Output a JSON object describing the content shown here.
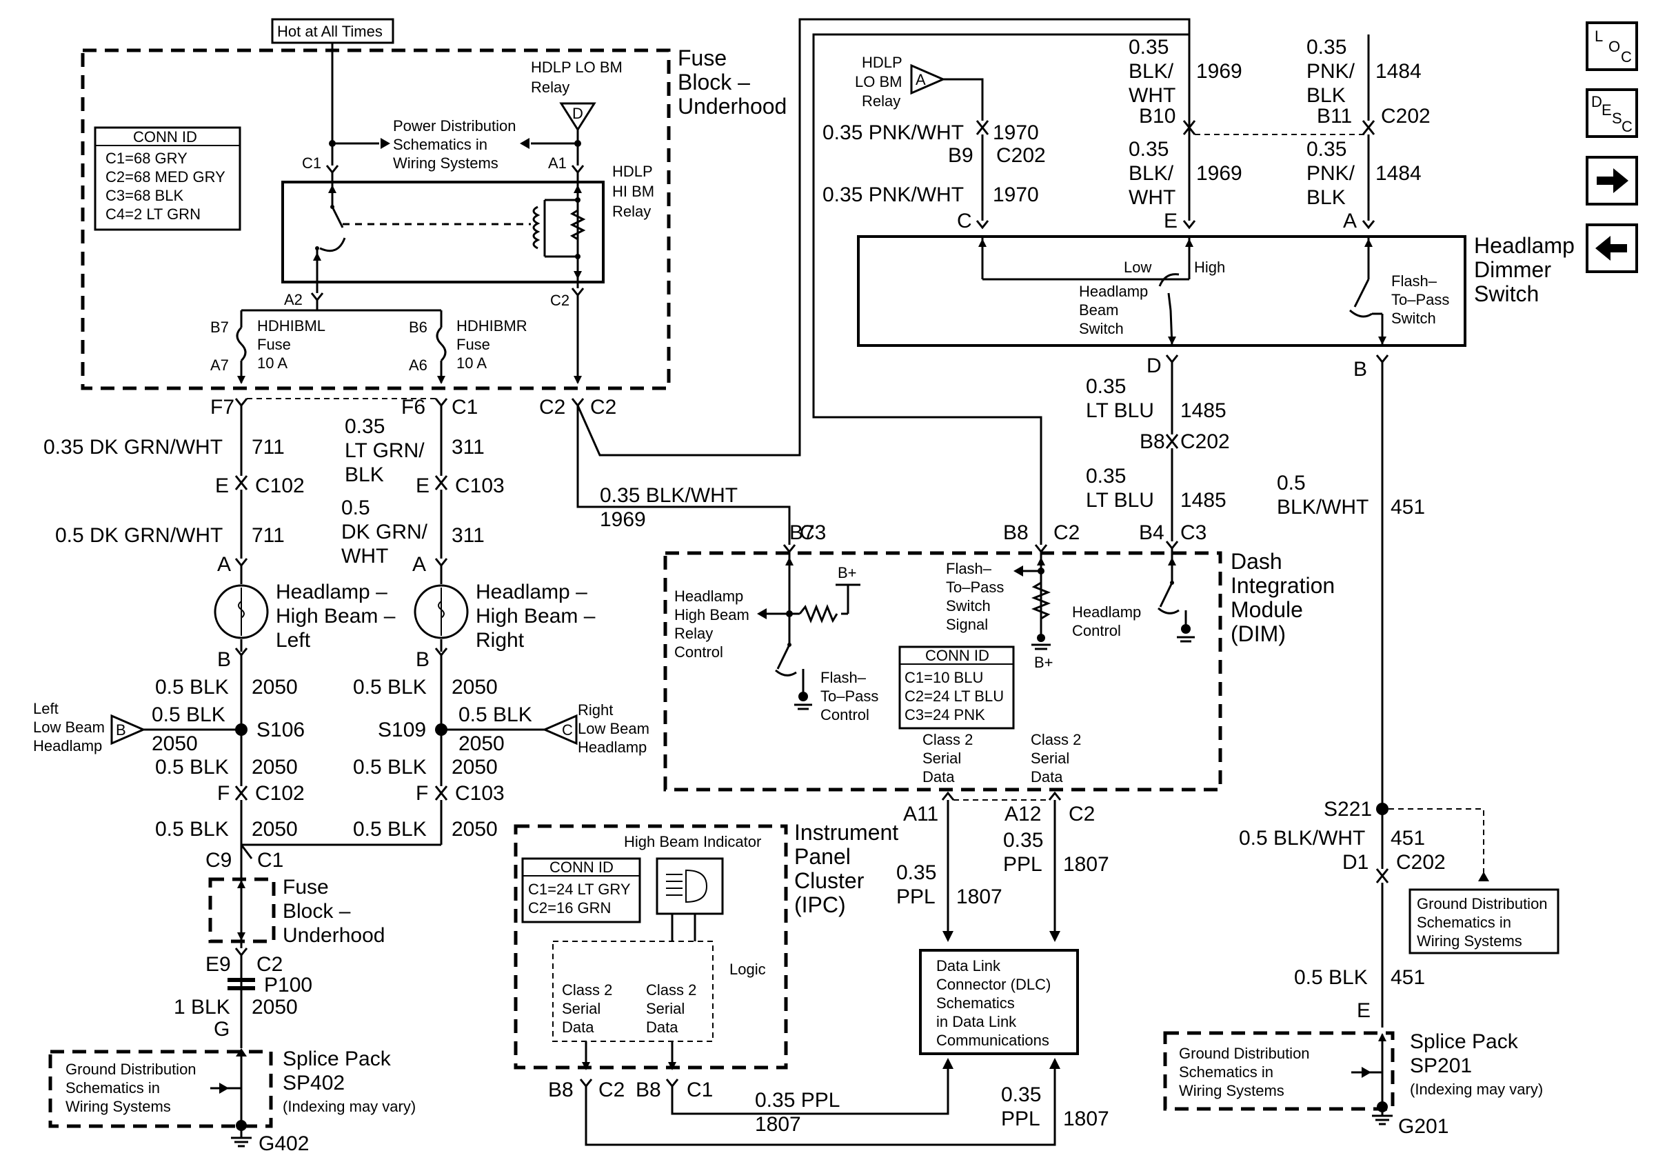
{
  "top": {
    "hot_label": "Hot at All Times"
  },
  "fuse_block": {
    "title_1": "Fuse",
    "title_2": "Block –",
    "title_3": "Underhood",
    "conn_id": {
      "title": "CONN ID",
      "rows": [
        "C1=68 GRY",
        "C2=68 MED GRY",
        "C3=68 BLK",
        "C4=2 LT GRN"
      ]
    },
    "power_dist": [
      "Power Distribution",
      "Schematics in",
      "Wiring Systems"
    ],
    "lo_relay": [
      "HDLP LO BM",
      "Relay"
    ],
    "lo_relay_pin": "D",
    "hi_relay": [
      "HDLP",
      "HI BM",
      "Relay"
    ],
    "pins": {
      "c1": "C1",
      "a1": "A1",
      "a2": "A2",
      "c2": "C2",
      "b7": "B7",
      "b6": "B6",
      "a7": "A7",
      "a6": "A6"
    },
    "fuse_left": [
      "HDHIBML",
      "Fuse",
      "10 A"
    ],
    "fuse_right": [
      "HDHIBMR",
      "Fuse",
      "10 A"
    ]
  },
  "left_circuit": {
    "f7": "F7",
    "wire1": "0.35 DK GRN/WHT",
    "num1": "711",
    "e": "E",
    "c102a": "C102",
    "wire2": "0.5 DK GRN/WHT",
    "num2": "711",
    "a": "A",
    "lamp": [
      "Headlamp –",
      "High Beam –",
      "Left"
    ],
    "b": "B",
    "blk1": "0.5 BLK",
    "n2050a": "2050",
    "left_low": [
      "Left",
      "Low Beam",
      "Headlamp"
    ],
    "left_low_pin": "B",
    "blk2": "0.5 BLK",
    "n2050b": "2050",
    "s106": "S106",
    "blk3": "0.5 BLK",
    "n2050c": "2050",
    "f": "F",
    "c102b": "C102",
    "blk4": "0.5 BLK",
    "n2050d": "2050",
    "c9": "C9",
    "c1b": "C1",
    "fuse2": [
      "Fuse",
      "Block –",
      "Underhood"
    ],
    "e9": "E9",
    "c2b": "C2",
    "p100": "P100",
    "blk5": "1 BLK",
    "n2050e": "2050",
    "g": "G",
    "ground_box": [
      "Ground Distribution",
      "Schematics in",
      "Wiring Systems"
    ],
    "splice": [
      "Splice Pack",
      "SP402",
      "(Indexing may vary)"
    ],
    "g402": "G402"
  },
  "right_lamp_circuit": {
    "f6": "F6",
    "c1": "C1",
    "wire1": [
      "0.35",
      "LT GRN/",
      "BLK"
    ],
    "num1": "311",
    "e": "E",
    "c103a": "C103",
    "wire2": [
      "0.5",
      "DK GRN/",
      "WHT"
    ],
    "num2": "311",
    "a": "A",
    "lamp": [
      "Headlamp –",
      "High Beam –",
      "Right"
    ],
    "b": "B",
    "blk1": "0.5 BLK",
    "n2050a": "2050",
    "s109": "S109",
    "blk2": "0.5 BLK",
    "n2050b": "2050",
    "right_low": [
      "Right",
      "Low Beam",
      "Headlamp"
    ],
    "right_low_pin": "C",
    "blk3": "0.5 BLK",
    "n2050c": "2050",
    "f": "F",
    "c103b": "C103",
    "blk4": "0.5 BLK",
    "n2050d": "2050"
  },
  "c2_wire": {
    "c2a": "C2",
    "c2b": "C2",
    "wire": "0.35 BLK/WHT",
    "num": "1969"
  },
  "dimmer": {
    "lo_relay": [
      "HDLP",
      "LO BM",
      "Relay"
    ],
    "lo_pin": "A",
    "w1970a": "0.35 PNK/WHT",
    "n1970a": "1970",
    "b9": "B9",
    "c202a": "C202",
    "w1970b": "0.35 PNK/WHT",
    "n1970b": "1970",
    "c": "C",
    "w1969a": [
      "0.35",
      "BLK/",
      "WHT"
    ],
    "n1969a": "1969",
    "b10": "B10",
    "w1969b": [
      "0.35",
      "BLK/",
      "WHT"
    ],
    "n1969b": "1969",
    "e": "E",
    "w1484a": [
      "0.35",
      "PNK/",
      "BLK"
    ],
    "n1484a": "1484",
    "b11": "B11",
    "c202b": "C202",
    "w1484b": [
      "0.35",
      "PNK/",
      "BLK"
    ],
    "n1484b": "1484",
    "a": "A",
    "title": [
      "Headlamp",
      "Dimmer",
      "Switch"
    ],
    "low": "Low",
    "high": "High",
    "beam_switch": [
      "Headlamp",
      "Beam",
      "Switch"
    ],
    "flash": [
      "Flash–",
      "To–Pass",
      "Switch"
    ],
    "d": "D",
    "b": "B",
    "w1485a": [
      "0.35",
      "LT BLU"
    ],
    "n1485a": "1485",
    "b8": "B8",
    "c202c": "C202",
    "w1485b": [
      "0.35",
      "LT BLU"
    ],
    "n1485b": "1485",
    "b4": "B4",
    "c3": "C3",
    "w451": [
      "0.5",
      "BLK/WHT"
    ],
    "n451": "451"
  },
  "dim": {
    "title": [
      "Dash",
      "Integration",
      "Module",
      "(DIM)"
    ],
    "b7": "B7",
    "c3": "C3",
    "b8": "B8",
    "c2": "C2",
    "relay_ctrl": [
      "Headlamp",
      "High Beam",
      "Relay",
      "Control"
    ],
    "bplus1": "B+",
    "flash_ctrl": [
      "Flash–",
      "To–Pass",
      "Control"
    ],
    "flash_signal": [
      "Flash–",
      "To–Pass",
      "Switch",
      "Signal"
    ],
    "bplus2": "B+",
    "hl_ctrl": [
      "Headlamp",
      "Control"
    ],
    "conn_id": {
      "title": "CONN ID",
      "rows": [
        "C1=10 BLU",
        "C2=24 LT BLU",
        "C3=24 PNK"
      ]
    },
    "serial1": [
      "Class 2",
      "Serial",
      "Data"
    ],
    "serial2": [
      "Class 2",
      "Serial",
      "Data"
    ],
    "a11": "A11",
    "a12": "A12",
    "c2b": "C2",
    "ppl1": [
      "0.35",
      "PPL"
    ],
    "n1807a": "1807",
    "ppl2": [
      "0.35",
      "PPL"
    ],
    "n1807b": "1807"
  },
  "ipc": {
    "indicator": "High Beam Indicator",
    "title": [
      "Instrument",
      "Panel",
      "Cluster",
      "(IPC)"
    ],
    "conn_id": {
      "title": "CONN ID",
      "rows": [
        "C1=24 LT GRY",
        "C2=16 GRN"
      ]
    },
    "logic": "Logic",
    "serial1": [
      "Class 2",
      "Serial",
      "Data"
    ],
    "serial2": [
      "Class 2",
      "Serial",
      "Data"
    ],
    "b8a": "B8",
    "c2": "C2",
    "b8b": "B8",
    "c1": "C1",
    "ppl": "0.35 PPL",
    "n1807": "1807",
    "ppl2": [
      "0.35",
      "PPL"
    ],
    "n1807b": "1807"
  },
  "dlc": {
    "lines": [
      "Data Link",
      "Connector (DLC)",
      "Schematics",
      "in Data Link",
      "Communications"
    ]
  },
  "right_ground": {
    "s221": "S221",
    "blk_wht": "0.5 BLK/WHT",
    "n451a": "451",
    "d1": "D1",
    "c202": "C202",
    "ground_box": [
      "Ground Distribution",
      "Schematics in",
      "Wiring Systems"
    ],
    "blk": "0.5 BLK",
    "n451b": "451",
    "e": "E",
    "ground_box2": [
      "Ground Distribution",
      "Schematics in",
      "Wiring Systems"
    ],
    "splice": [
      "Splice Pack",
      "SP201",
      "(Indexing may vary)"
    ],
    "g201": "G201"
  },
  "nav": {
    "loc": [
      "L",
      "O",
      "C"
    ],
    "desc": [
      "D",
      "E",
      "S",
      "C"
    ]
  }
}
